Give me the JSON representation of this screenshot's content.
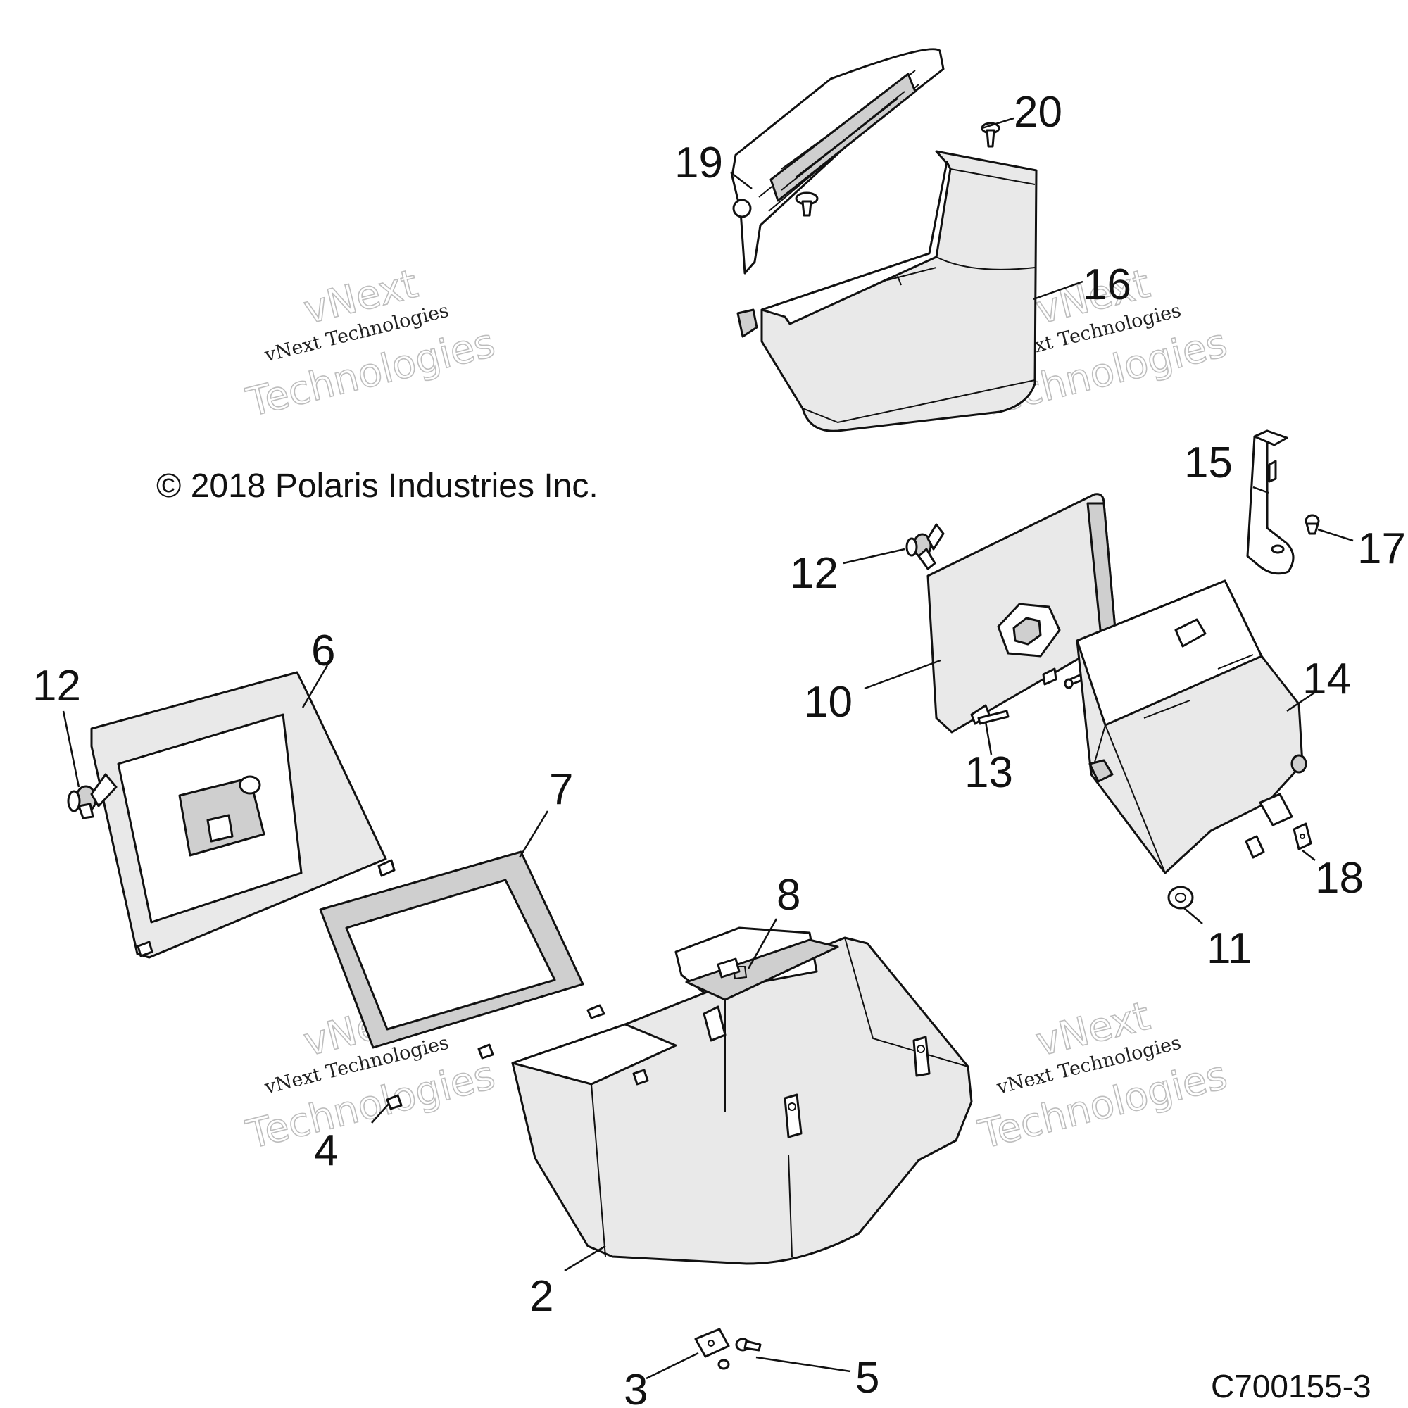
{
  "copyright": "© 2018 Polaris Industries Inc.",
  "figure_code": "C700155-3",
  "watermark": {
    "line1": "vNext",
    "line2": "vNext Technologies",
    "line3": "Technologies"
  },
  "callouts": {
    "c2": "2",
    "c3": "3",
    "c4": "4",
    "c5": "5",
    "c6": "6",
    "c7": "7",
    "c8": "8",
    "c10": "10",
    "c11": "11",
    "c12a": "12",
    "c12b": "12",
    "c13": "13",
    "c14": "14",
    "c15": "15",
    "c16": "16",
    "c17": "17",
    "c18": "18",
    "c19": "19",
    "c20": "20"
  }
}
